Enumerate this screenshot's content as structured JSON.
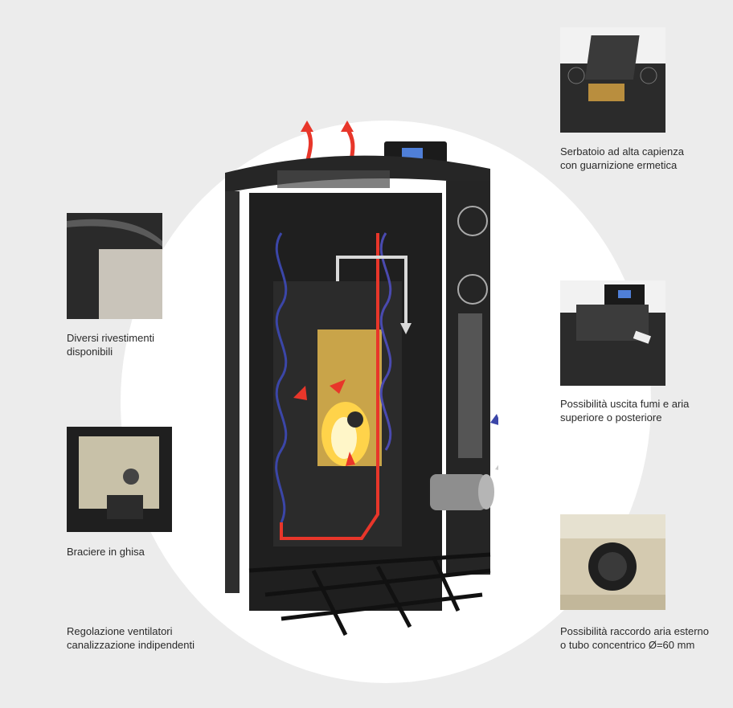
{
  "captions": {
    "tank": {
      "line1": "Serbatoio ad alta capienza",
      "line2": "con guarnizione ermetica"
    },
    "coatings": {
      "line1": "Diversi rivestimenti",
      "line2": "disponibili"
    },
    "exhaust": {
      "line1": "Possibilità uscita fumi e aria",
      "line2": "superiore o posteriore"
    },
    "brazier": {
      "line1": "Braciere in ghisa",
      "line2": ""
    },
    "fans": {
      "line1": "Regolazione ventilatori",
      "line2": "canalizzazione indipendenti"
    },
    "outside_air": {
      "line1": "Possibilità raccordo aria esterno",
      "line2": "o tubo concentrico Ø=60 mm"
    }
  },
  "colors": {
    "hot_air": "#e8362a",
    "cold_air": "#3b46a8",
    "flue": "#d9d9d9",
    "stove_body": "#2a2a2a",
    "background": "#ececec"
  }
}
